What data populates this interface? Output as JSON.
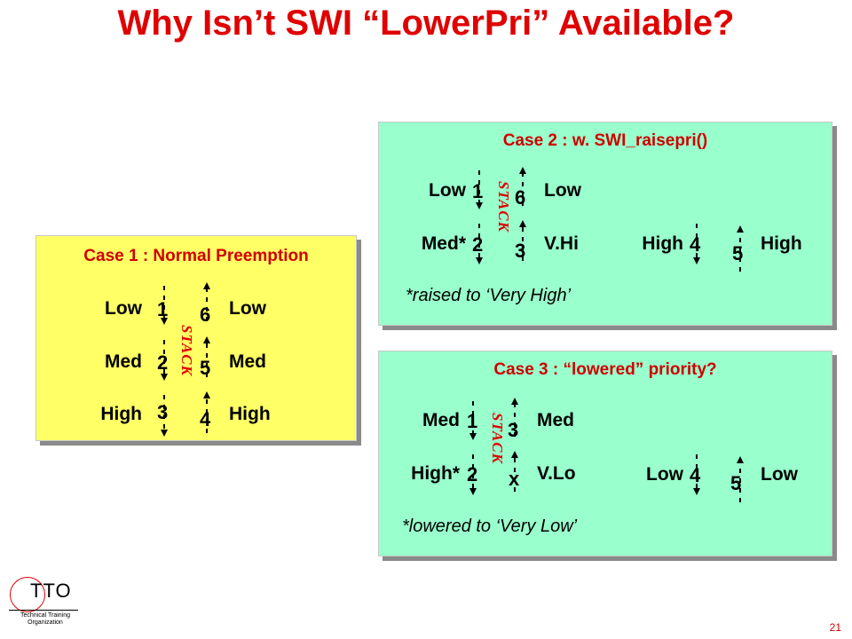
{
  "slide": {
    "title": "Why Isn’t SWI “LowerPri” Available?",
    "page_number": "21"
  },
  "logo": {
    "text": "TTO",
    "subtitle_line1": "Technical Training",
    "subtitle_line2": "Organization"
  },
  "stack_label": "STACK",
  "case1": {
    "title": "Case 1 : Normal Preemption",
    "rows": [
      {
        "left": "Low",
        "down": "1",
        "up": "6",
        "right": "Low"
      },
      {
        "left": "Med",
        "down": "2",
        "up": "5",
        "right": "Med"
      },
      {
        "left": "High",
        "down": "3",
        "up": "4",
        "right": "High"
      }
    ]
  },
  "case2": {
    "title": "Case 2 : w. SWI_raisepri()",
    "rows": [
      {
        "left": "Low",
        "down": "1",
        "up": "6",
        "right": "Low"
      },
      {
        "left": "Med*",
        "down": "2",
        "up": "3",
        "right": "V.Hi"
      }
    ],
    "extra": {
      "left": "High",
      "down": "4",
      "up": "5",
      "right": "High"
    },
    "note": "*raised to ‘Very High’"
  },
  "case3": {
    "title": "Case 3 : “lowered” priority?",
    "rows": [
      {
        "left": "Med",
        "down": "1",
        "up": "3",
        "right": "Med"
      },
      {
        "left": "High*",
        "down": "2",
        "up": "x",
        "right": "V.Lo"
      }
    ],
    "extra": {
      "left": "Low",
      "down": "4",
      "up": "5",
      "right": "Low"
    },
    "note": "*lowered to ‘Very Low’"
  },
  "colors": {
    "title_red": "#e00000",
    "case_box_yellow": "#ffff66",
    "case_box_green": "#99ffcc"
  }
}
